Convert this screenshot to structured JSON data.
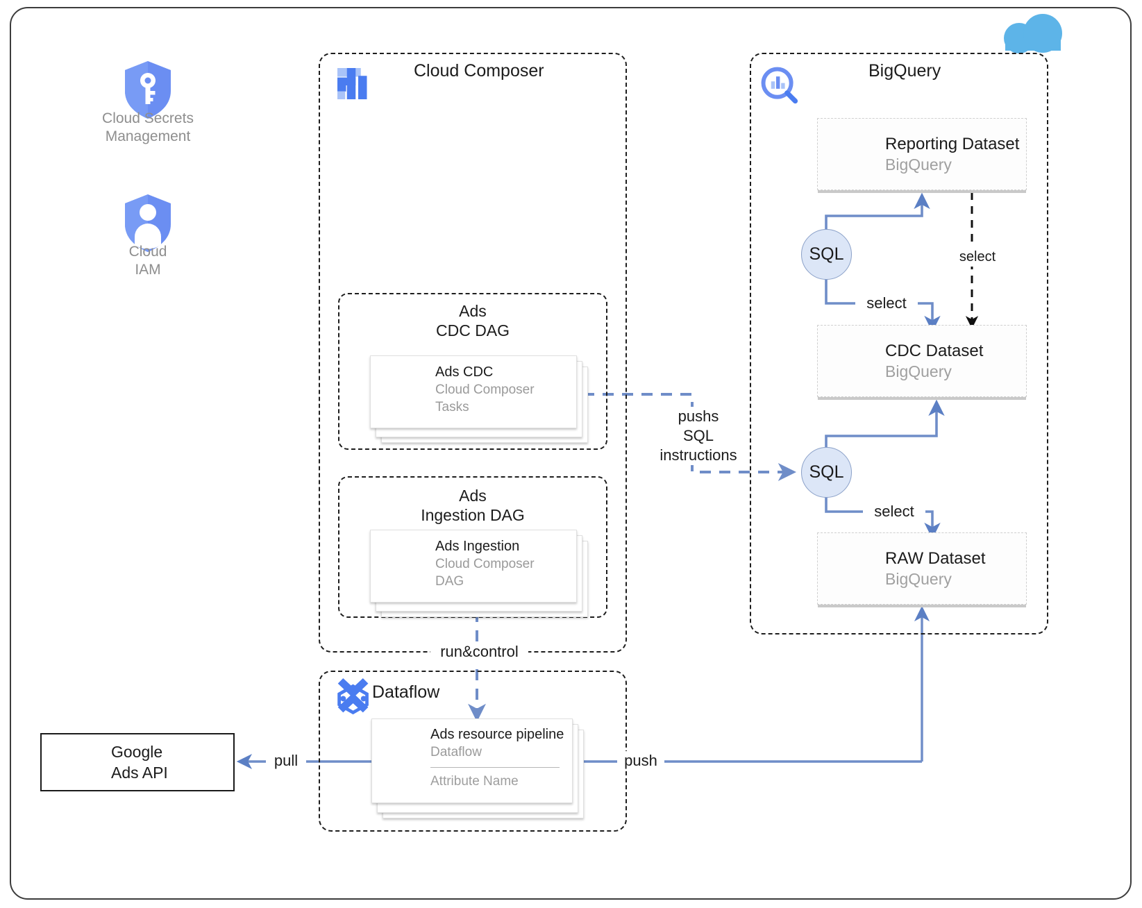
{
  "frame": {
    "accent_blue": "#5b7fc4",
    "icon_blue": "#4a7cf0",
    "cloud_blue": "#5db4e8"
  },
  "left_services": [
    {
      "name": "cloud-secrets",
      "label": "Cloud Secrets\nManagement",
      "icon": "shield-key-icon"
    },
    {
      "name": "cloud-iam",
      "label": "Cloud\nIAM",
      "icon": "shield-person-icon"
    }
  ],
  "composer": {
    "title": "Cloud Composer",
    "icon": "cloud-composer-icon",
    "dags": [
      {
        "name": "ads-cdc-dag",
        "title": "Ads\nCDC DAG",
        "card": {
          "title": "Ads CDC",
          "sub1": "Cloud Composer",
          "sub2": "Tasks",
          "icon": "cloud-composer-icon"
        }
      },
      {
        "name": "ads-ingestion-dag",
        "title": "Ads\nIngestion DAG",
        "card": {
          "title": "Ads Ingestion",
          "sub1": "Cloud Composer",
          "sub2": "DAG",
          "icon": "cloud-composer-icon"
        }
      }
    ]
  },
  "dataflow": {
    "title": "Dataflow",
    "icon": "dataflow-icon",
    "card": {
      "title": "Ads resource pipeline",
      "sub1": "Dataflow",
      "attribute": "Attribute Name",
      "icon": "dataflow-icon"
    }
  },
  "bigquery": {
    "title": "BigQuery",
    "icon": "bigquery-icon",
    "cloud_icon": "cloud-icon",
    "datasets": [
      {
        "name": "reporting-dataset",
        "title": "Reporting Dataset",
        "sub": "BigQuery",
        "icon": "bigquery-icon"
      },
      {
        "name": "cdc-dataset",
        "title": "CDC Dataset",
        "sub": "BigQuery",
        "icon": "bigquery-icon"
      },
      {
        "name": "raw-dataset",
        "title": "RAW Dataset",
        "sub": "BigQuery",
        "icon": "bigquery-icon"
      }
    ],
    "sql_nodes": [
      {
        "name": "sql-node-top",
        "label": "SQL"
      },
      {
        "name": "sql-node-bottom",
        "label": "SQL"
      }
    ]
  },
  "ads_api": {
    "title": "Google\nAds API",
    "icon": "gear-icon"
  },
  "edges": {
    "pushs_sql": "pushs\nSQL\ninstructions",
    "run_control": "run&control",
    "select_reporting": "select",
    "select_cdc": "select",
    "select_raw": "select",
    "pull": "pull",
    "push": "push"
  }
}
